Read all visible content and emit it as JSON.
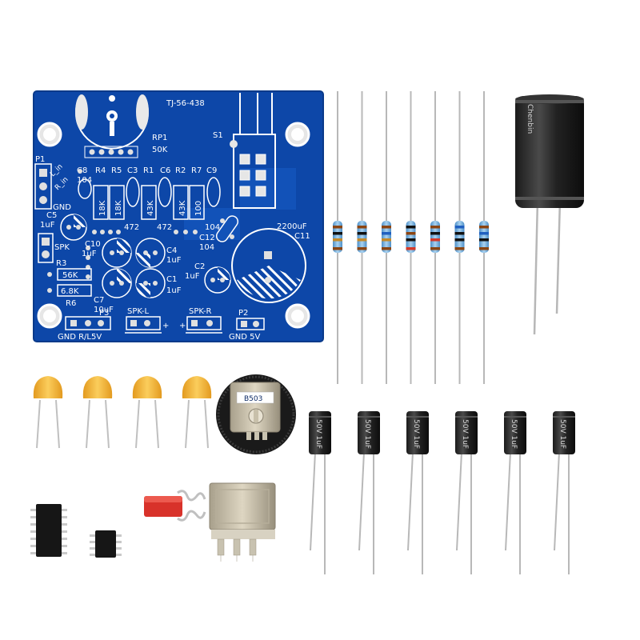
{
  "board": {
    "model": "TJ-56-438",
    "switch_label": "S1",
    "pot_label": "RP1",
    "pot_value": "50K",
    "header_p1": "P1",
    "l_in": "L_in",
    "r_in": "R_in",
    "gnd_top": "GND",
    "c8": "C8",
    "c8_val": "104",
    "r4": "R4",
    "r5": "R5",
    "c3": "C3",
    "r1": "R1",
    "c6": "C6",
    "r2": "R2",
    "r7": "R7",
    "c9": "C9",
    "v18k_a": "18K",
    "v18k_b": "18K",
    "v43k_a": "43K",
    "v43k_b": "43K",
    "v100": "100",
    "v472_a": "472",
    "v472_b": "472",
    "v104_c9": "104",
    "c5": "C5",
    "c5_val": "1uF",
    "spk": "SPK",
    "c10": "C10",
    "c10_val": "1uF",
    "c4": "C4",
    "c4_val": "1uF",
    "c12": "C12",
    "c12_val": "104",
    "c2": "C2",
    "c2_val": "1uF",
    "c1": "C1",
    "c1_val": "1uF",
    "c11_val": "2200uF",
    "c11": "C11",
    "r3": "R3",
    "r3_val": "56K",
    "r6_val": "6.8K",
    "r6": "R6",
    "c7": "C7",
    "c7_val": "10uF",
    "p3": "P3",
    "gnd_rl5v": "GND R/L5V",
    "spk_l": "SPK-L",
    "spk_r": "SPK-R",
    "p2": "P2",
    "gnd_5v": "GND 5V",
    "plus": "+"
  },
  "big_capacitor_brand": "Chenbin",
  "pot_marking": "B503",
  "small_cap_marking": "50V 1uF",
  "counts": {
    "resistors": 7,
    "ceramic_caps": 4,
    "electrolytic_small": 6
  },
  "colors": {
    "pcb": "#0d47a8",
    "ceramic": "#f2b43c",
    "resistor": "#7fb6e0",
    "button": "#e0302a"
  },
  "icons": [
    "pcb-board",
    "resistor-icon",
    "ceramic-capacitor-icon",
    "electrolytic-capacitor-icon",
    "potentiometer-icon",
    "push-switch-icon",
    "ic-chip-icon"
  ]
}
